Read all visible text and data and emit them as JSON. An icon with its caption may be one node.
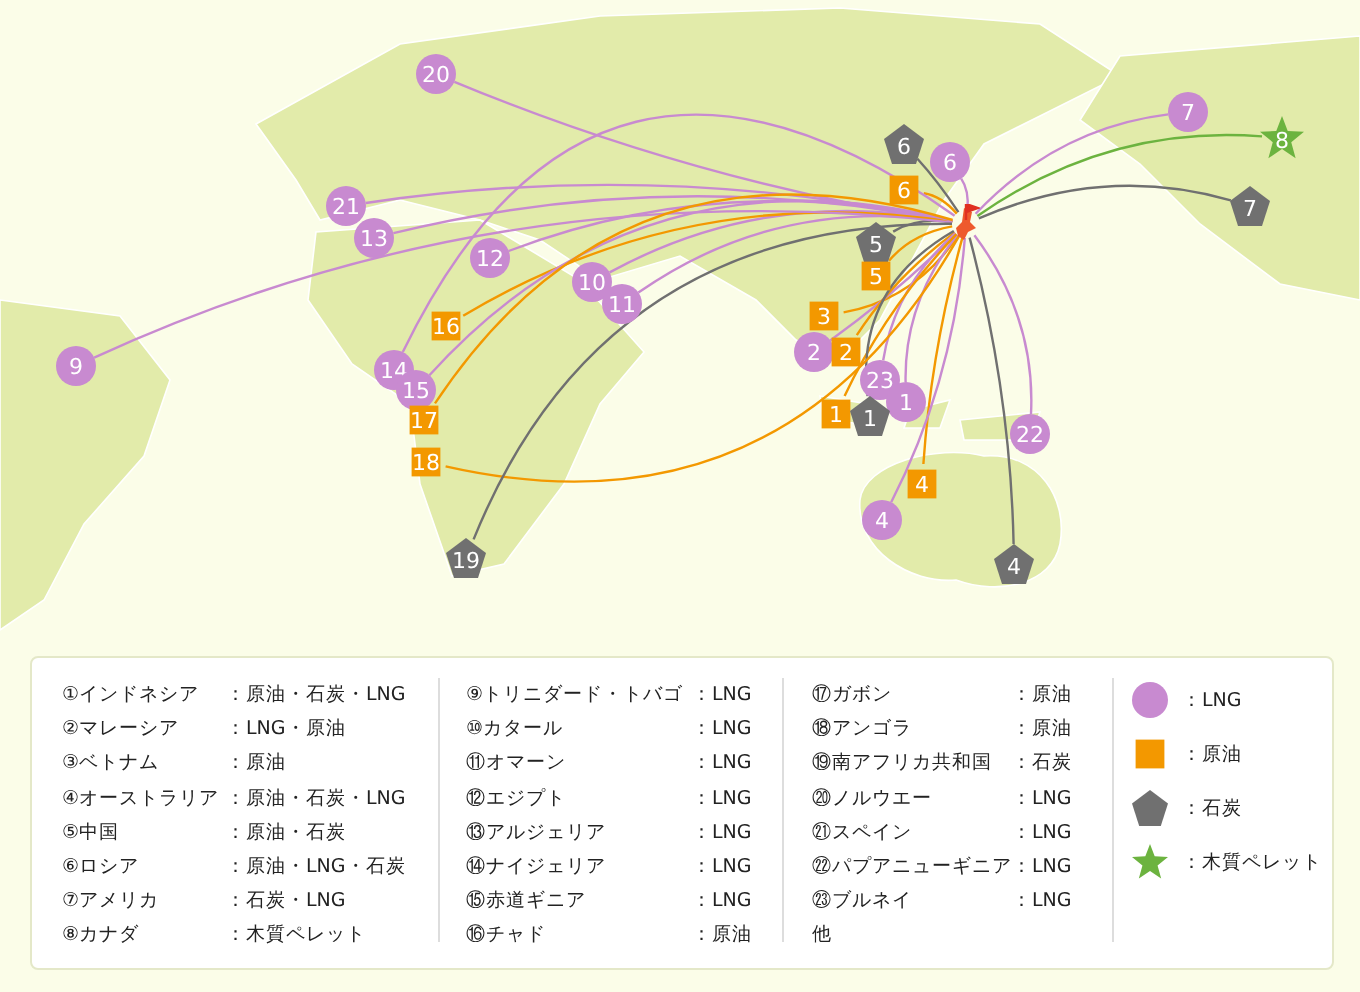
{
  "diagram": {
    "nodes": [
      {
        "text": [],
        "shape": "picture"
      },
      {
        "text": [
          "20"
        ]
      },
      {
        "text": [
          "7"
        ]
      },
      {
        "text": [
          "6"
        ]
      },
      {
        "text": [
          "8"
        ]
      },
      {
        "text": [
          "6"
        ]
      },
      {
        "text": [
          "6"
        ]
      },
      {
        "text": [
          "21"
        ]
      },
      {
        "text": [
          "7"
        ]
      },
      {
        "text": [
          "13"
        ]
      },
      {
        "text": [
          "5"
        ]
      },
      {
        "text": [
          "12"
        ]
      },
      {
        "text": [
          "5"
        ]
      },
      {
        "text": [
          "10"
        ]
      },
      {
        "text": [
          "11"
        ]
      },
      {
        "text": [
          "3"
        ]
      },
      {
        "text": [
          "16"
        ]
      },
      {
        "text": [
          "2"
        ]
      },
      {
        "text": [
          "2"
        ]
      },
      {
        "text": [
          "9"
        ]
      },
      {
        "text": [
          "14"
        ]
      },
      {
        "text": [
          "15"
        ]
      },
      {
        "text": [
          "23"
        ]
      },
      {
        "text": [
          "1"
        ]
      },
      {
        "text": [
          "1"
        ]
      },
      {
        "text": [
          "1"
        ]
      },
      {
        "text": [
          "17"
        ]
      },
      {
        "text": [
          "22"
        ]
      },
      {
        "text": [
          "18"
        ]
      },
      {
        "text": [
          "4"
        ]
      },
      {
        "text": [
          "4"
        ]
      },
      {
        "text": [
          "19"
        ]
      },
      {
        "text": [
          "4"
        ]
      }
    ],
    "edges": [
      {
        "from": 1,
        "to": 0,
        "arrow": "none"
      },
      {
        "from": 2,
        "to": 0,
        "arrow": "none"
      },
      {
        "from": 3,
        "to": 0,
        "arrow": "none",
        "color": "#707070"
      },
      {
        "from": 4,
        "to": 0,
        "arrow": "none",
        "color": "#6cb33f"
      },
      {
        "from": 5,
        "to": 0,
        "arrow": "none"
      },
      {
        "from": 6,
        "to": 0,
        "arrow": "none",
        "color": "#f39800"
      },
      {
        "from": 7,
        "to": 0,
        "arrow": "none"
      },
      {
        "from": 8,
        "to": 0,
        "arrow": "none",
        "color": "#707070"
      },
      {
        "from": 9,
        "to": 0,
        "arrow": "none"
      },
      {
        "from": 10,
        "to": 0,
        "arrow": "none",
        "color": "#707070"
      },
      {
        "from": 11,
        "to": 0,
        "arrow": "none"
      },
      {
        "from": 12,
        "to": 0,
        "arrow": "none",
        "color": "#f39800"
      },
      {
        "from": 13,
        "to": 0,
        "arrow": "none"
      },
      {
        "from": 14,
        "to": 0,
        "arrow": "none"
      },
      {
        "from": 15,
        "to": 0,
        "arrow": "none",
        "color": "#f39800"
      },
      {
        "from": 16,
        "to": 0,
        "arrow": "none",
        "color": "#f39800"
      },
      {
        "from": 17,
        "to": 0,
        "arrow": "none"
      },
      {
        "from": 18,
        "to": 0,
        "arrow": "none",
        "color": "#f39800"
      },
      {
        "from": 19,
        "to": 0,
        "arrow": "none"
      },
      {
        "from": 20,
        "to": 0,
        "arrow": "none"
      },
      {
        "from": 21,
        "to": 0,
        "arrow": "none"
      },
      {
        "from": 22,
        "to": 0,
        "arrow": "none"
      },
      {
        "from": 23,
        "to": 0,
        "arrow": "none"
      },
      {
        "from": 24,
        "to": 0,
        "arrow": "none",
        "color": "#f39800"
      },
      {
        "from": 25,
        "to": 0,
        "arrow": "none",
        "color": "#707070"
      },
      {
        "from": 26,
        "to": 0,
        "arrow": "none",
        "color": "#f39800"
      },
      {
        "from": 27,
        "to": 0,
        "arrow": "none"
      },
      {
        "from": 28,
        "to": 0,
        "arrow": "none",
        "color": "#f39800"
      },
      {
        "from": 29,
        "to": 0,
        "arrow": "none",
        "color": "#f39800"
      },
      {
        "from": 30,
        "to": 0,
        "arrow": "none"
      },
      {
        "from": 31,
        "to": 0,
        "arrow": "none",
        "color": "#707070"
      },
      {
        "from": 32,
        "to": 0,
        "arrow": "none",
        "color": "#707070"
      }
    ],
    "labels": [
      "①インドネシア",
      "：原油・石炭・LNG",
      "②マレーシア",
      "：LNG・原油",
      "③ベトナム",
      "：原油",
      "④オーストラリア",
      "：原油・石炭・LNG",
      "⑤中国",
      "：原油・石炭",
      "⑥ロシア",
      "：原油・LNG・石炭",
      "⑦アメリカ",
      "：石炭・LNG",
      "⑧カナダ",
      "：木質ペレット",
      "⑨トリニダード・トバゴ",
      "：LNG",
      "⑩カタール",
      "：LNG",
      "⑪オマーン",
      "：LNG",
      "⑫エジプト",
      "：LNG",
      "⑬アルジェリア",
      "：LNG",
      "⑭ナイジェリア",
      "：LNG",
      "⑮赤道ギニア",
      "：LNG",
      "⑯チャド",
      "：原油",
      "⑰ガボン",
      "：原油",
      "⑱アンゴラ",
      "：原油",
      "⑲南アフリカ共和国",
      "：石炭",
      "⑳ノルウエー",
      "：LNG",
      "㉑スペイン",
      "：LNG",
      "㉒パプアニューギニア",
      "：LNG",
      "㉓ブルネイ",
      "：LNG",
      "他"
    ],
    "legend": [
      {
        "text": "：LNG",
        "color": "#c88ad0"
      },
      {
        "text": "：原油",
        "color": "#f39800"
      },
      {
        "text": "：石炭",
        "color": "#707070"
      },
      {
        "text": "：木質ペレット",
        "color": "#6cb33f"
      }
    ]
  }
}
